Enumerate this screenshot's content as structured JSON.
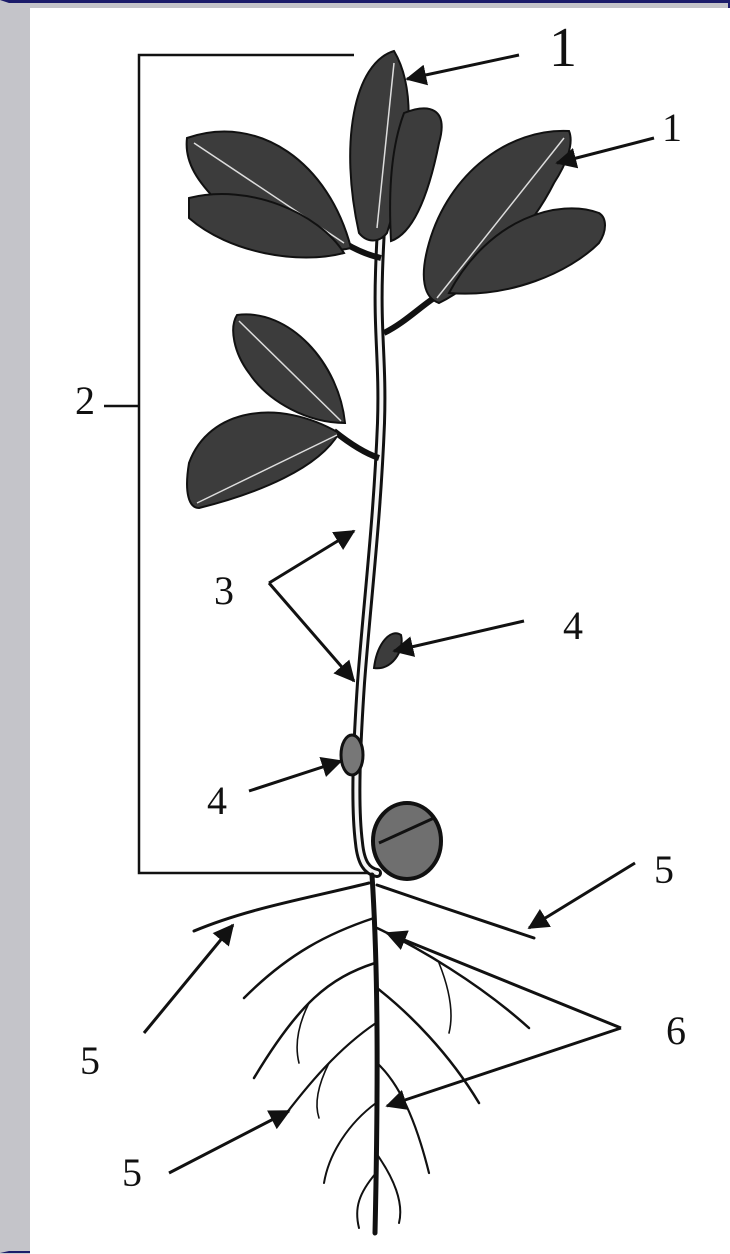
{
  "colors": {
    "page_border": "#1c1c6a",
    "side_panel": "#c4c4c9",
    "background": "#ffffff",
    "ink": "#111111",
    "leaf_fill": "#3c3c3c"
  },
  "labels": {
    "leaf_top": "1",
    "leaf_right": "1",
    "shoot": "2",
    "internode": "3",
    "bud_upper": "4",
    "bud_lower": "4",
    "root_right": "5",
    "root_left": "5",
    "root_bottom": "5",
    "main_root": "6"
  }
}
